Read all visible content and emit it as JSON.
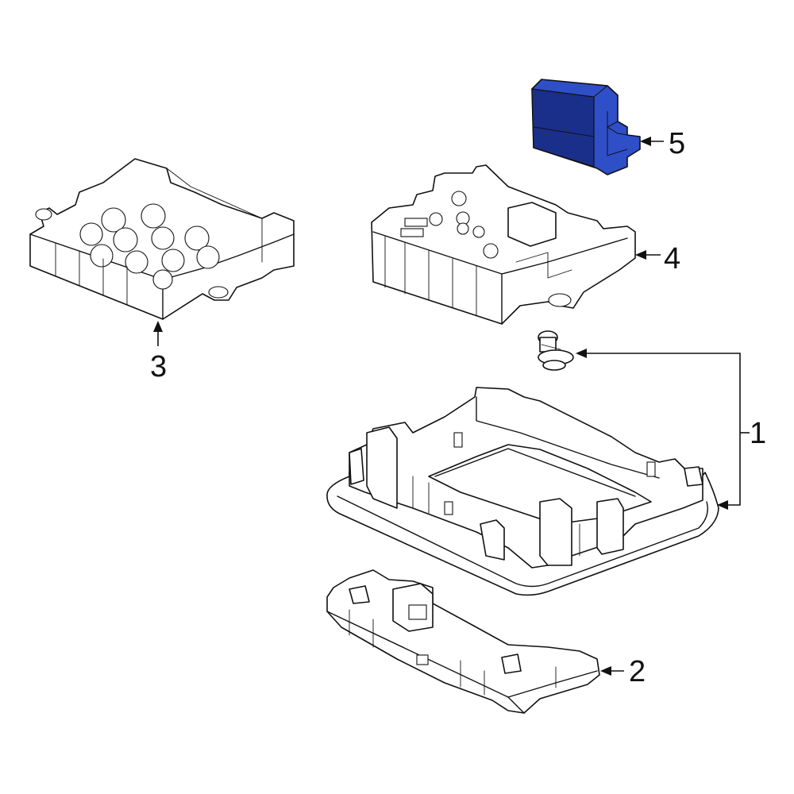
{
  "diagram": {
    "highlight_color": "#2f4fc8",
    "highlight_dark": "#1a2f8a",
    "line_color": "#111111",
    "callouts": [
      {
        "id": "1",
        "label": "1"
      },
      {
        "id": "2",
        "label": "2"
      },
      {
        "id": "3",
        "label": "3"
      },
      {
        "id": "4",
        "label": "4"
      },
      {
        "id": "5",
        "label": "5"
      }
    ],
    "parts": [
      {
        "callout": "1",
        "icon": "console-housing-and-clip"
      },
      {
        "callout": "2",
        "icon": "lamp-lens-assembly"
      },
      {
        "callout": "3",
        "icon": "mounting-bracket-tray"
      },
      {
        "callout": "4",
        "icon": "control-module"
      },
      {
        "callout": "5",
        "icon": "control-unit-highlighted"
      }
    ]
  }
}
